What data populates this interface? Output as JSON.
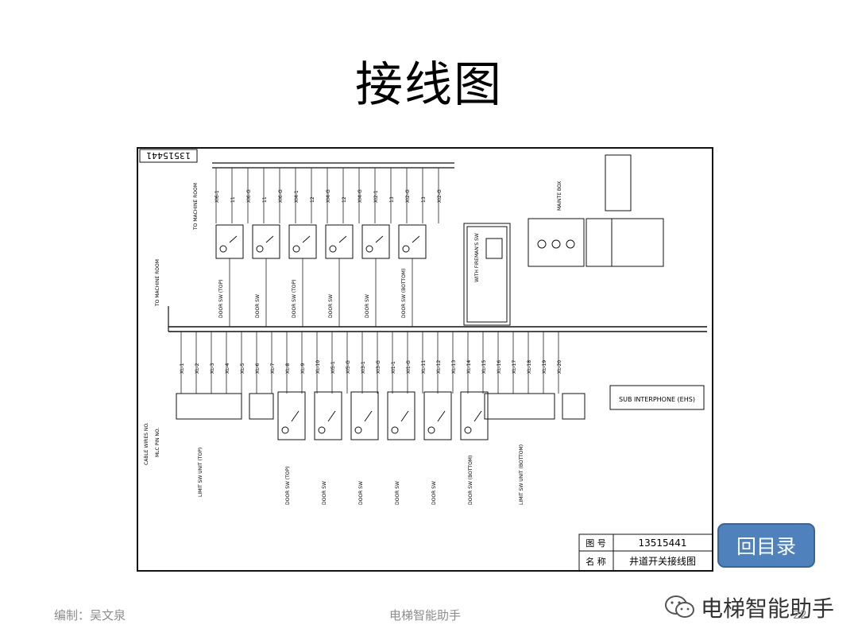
{
  "slide": {
    "title": "接线图",
    "back_button": "回目录",
    "footer_left": "编制：吴文泉",
    "footer_center": "电梯智能助手",
    "page_number": "22",
    "watermark": "电梯智能助手"
  },
  "drawing": {
    "corner_number": "13515441",
    "title_block": {
      "drawing_no_label": "图  号",
      "drawing_no": "13515441",
      "name_label": "名  称",
      "name": "井道开关接线图"
    },
    "upper_wires": [
      "XI6-1",
      "11",
      "XI6-G",
      "11",
      "XI6-G",
      "XI4-1",
      "12",
      "XI4-G",
      "12",
      "XI4-G",
      "XI2-1",
      "13",
      "XI2-G",
      "13",
      "XI2-G"
    ],
    "lower_wires": [
      "XL-1",
      "XL-2",
      "XL-3",
      "XL-4",
      "XL-5",
      "XL-6",
      "XL-7",
      "XL-8",
      "XL-9",
      "XL-10",
      "XI5-1",
      "XI5-G",
      "XI3-1",
      "XI3-G",
      "XI1-1",
      "XI1-G",
      "XL-11",
      "XL-12",
      "XL-13",
      "XL-14",
      "XL-15",
      "XL-16",
      "XL-17",
      "XL-18",
      "XL-19",
      "XL-20"
    ],
    "upper_switches": [
      "DOOR SW (TOP)",
      "DOOR SW",
      "DOOR SW (TOP)",
      "DOOR SW",
      "DOOR SW",
      "DOOR SW (BOTTOM)"
    ],
    "lower_switches": [
      "DOOR SW (TOP)",
      "DOOR SW",
      "DOOR SW",
      "DOOR SW",
      "DOOR SW",
      "DOOR SW (BOTTOM)"
    ],
    "labels": {
      "to_machine_room": "TO MACHINE ROOM",
      "fireman": "WITH FIREMAN'S SW",
      "maint_box": "MAINTE BOX",
      "limit_top": "LIMIT SW UNIT (TOP)",
      "limit_bottom": "LIMIT SW UNIT (BOTTOM)",
      "cable": "CABLE WIRES NO.",
      "mlc": "MLC PIN NO.",
      "sub_interphone": "SUB INTERPHONE (EHS)"
    }
  }
}
